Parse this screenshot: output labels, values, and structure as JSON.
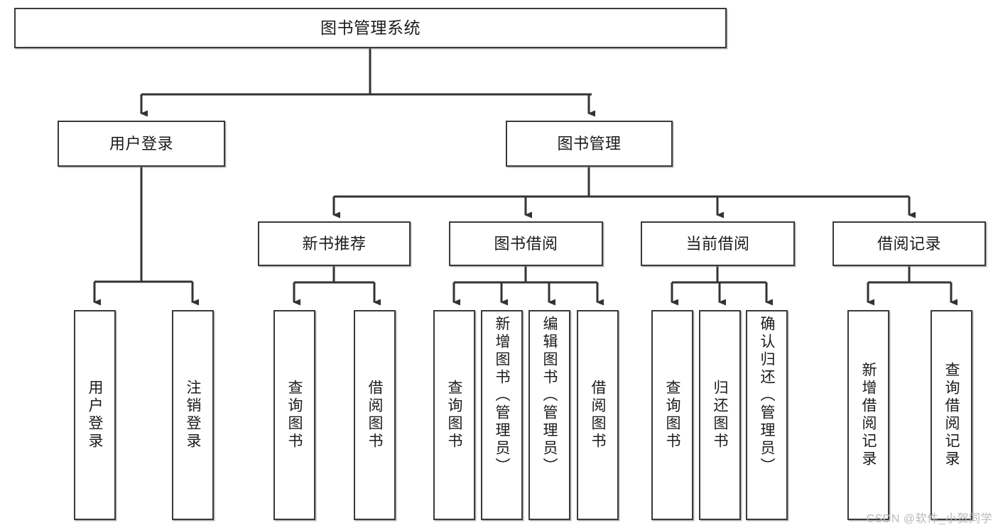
{
  "diagram": {
    "title": "图书管理系统",
    "type": "tree-hierarchy-diagram",
    "root": {
      "label": "图书管理系统"
    },
    "level2": [
      {
        "label": "用户登录"
      },
      {
        "label": "图书管理"
      }
    ],
    "level3": [
      {
        "label": "新书推荐"
      },
      {
        "label": "图书借阅"
      },
      {
        "label": "当前借阅"
      },
      {
        "label": "借阅记录"
      }
    ],
    "leaves": {
      "user_login": [
        {
          "label": "用户登录"
        },
        {
          "label": "注销登录"
        }
      ],
      "new_book_recommend": [
        {
          "label": "查询图书"
        },
        {
          "label": "借阅图书"
        }
      ],
      "book_borrow": [
        {
          "label": "查询图书"
        },
        {
          "label": "新增图书（管理员）"
        },
        {
          "label": "编辑图书（管理员）"
        },
        {
          "label": "借阅图书"
        }
      ],
      "current_borrow": [
        {
          "label": "查询图书"
        },
        {
          "label": "归还图书"
        },
        {
          "label": "确认归还（管理员）"
        }
      ],
      "borrow_record": [
        {
          "label": "新增借阅记录"
        },
        {
          "label": "查询借阅记录"
        }
      ]
    }
  },
  "watermark": {
    "text": "CSDN @软件_小贺同学"
  },
  "colors": {
    "box_border": "#3a3a3a",
    "box_fill": "#ffffff",
    "connector": "#333333",
    "text": "#1b1b1b",
    "watermark": "#b9b9b9",
    "page_background": "#ffffff"
  }
}
